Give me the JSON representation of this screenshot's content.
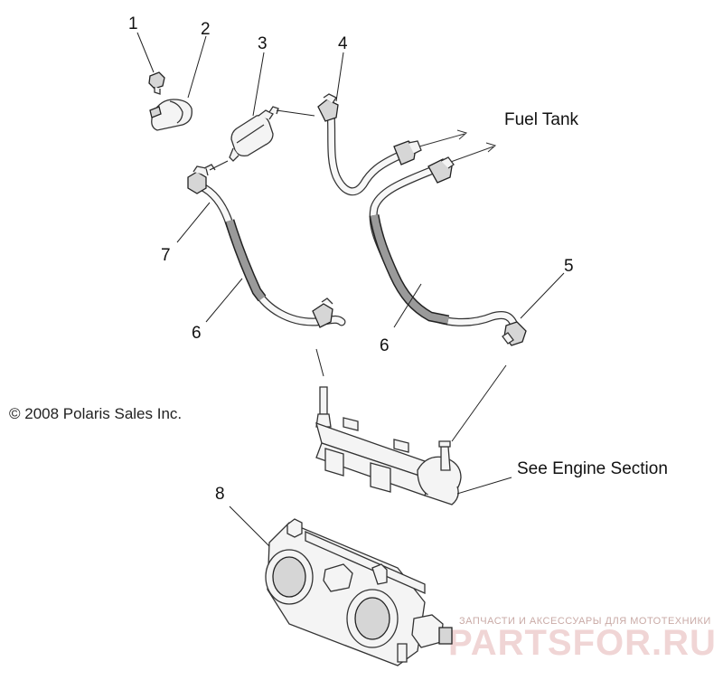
{
  "callouts": {
    "c1": "1",
    "c2": "2",
    "c3": "3",
    "c4": "4",
    "c5": "5",
    "c6a": "6",
    "c6b": "6",
    "c7": "7",
    "c8": "8"
  },
  "labels": {
    "fuel_tank": "Fuel Tank",
    "see_engine": "See Engine Section",
    "copyright": "© 2008 Polaris Sales Inc."
  },
  "watermark": {
    "top": "ЗАПЧАСТИ И АКСЕССУАРЫ ДЛЯ МОТОТЕХНИКИ",
    "main": "PARTSFOR.RU"
  },
  "colors": {
    "line": "#222222",
    "watermark": "#f0d5d5"
  }
}
